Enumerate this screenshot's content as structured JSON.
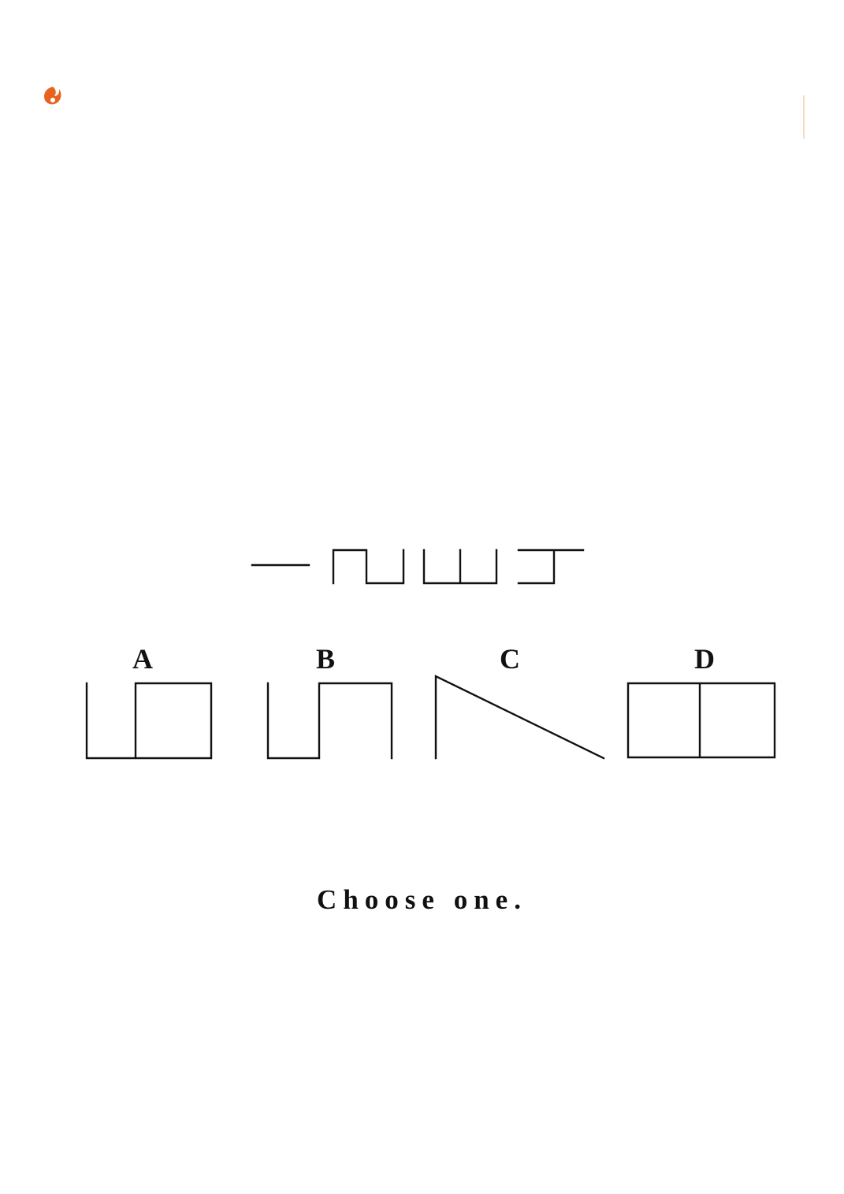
{
  "header": {
    "logo_icon": "flame-logo-icon",
    "accent_color": "#e8641e",
    "rule_color": "#f2b98a"
  },
  "sequence": {
    "figures": [
      "horizontal-line",
      "open-top-cup",
      "double-open-top-cup",
      "t-hook-shape"
    ]
  },
  "options": [
    {
      "label": "A",
      "shape": "open-square-pair"
    },
    {
      "label": "B",
      "shape": "zigzag-step"
    },
    {
      "label": "C",
      "shape": "right-triangle-open"
    },
    {
      "label": "D",
      "shape": "divided-rectangle"
    }
  ],
  "instruction": "Choose one."
}
